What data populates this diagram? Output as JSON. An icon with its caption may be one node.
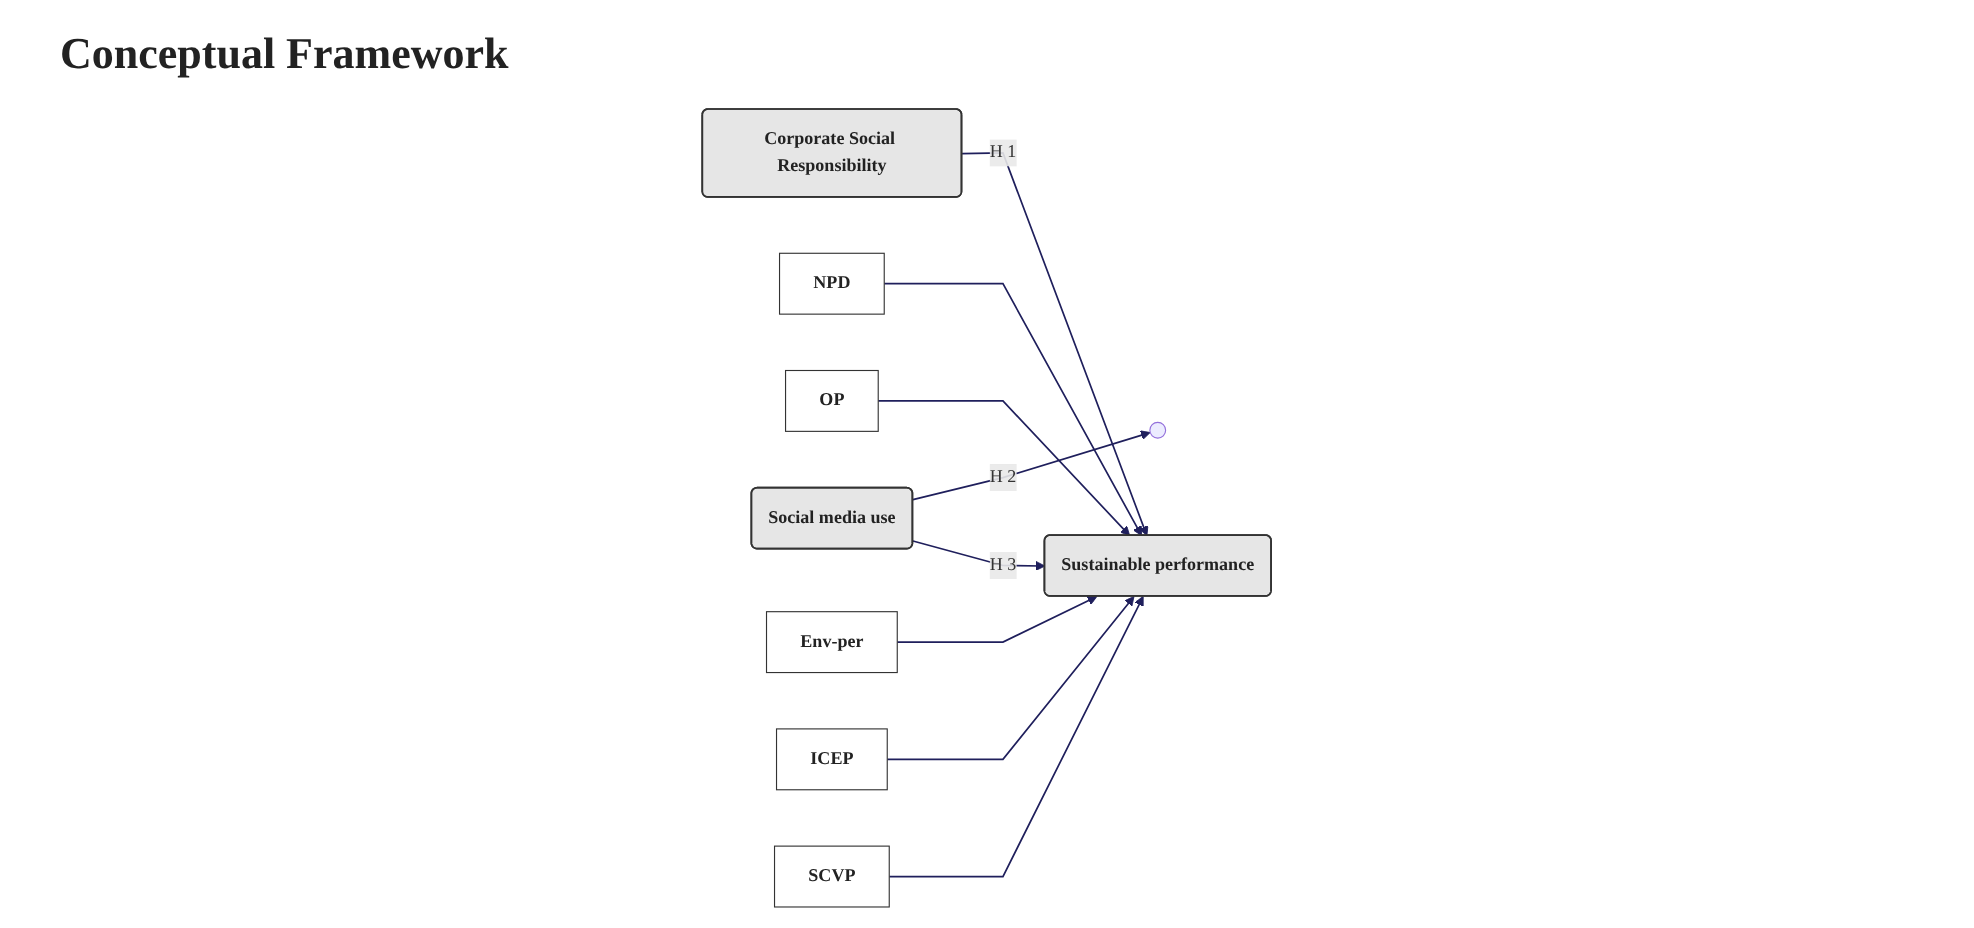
{
  "diagram": {
    "title": "Conceptual Framework",
    "nodes": [
      {
        "text": [
          "Corporate Social Responsibility"
        ]
      },
      {
        "text": [
          "Sustainable performance"
        ]
      },
      {
        "text": [
          "Social media use"
        ]
      },
      {
        "text": [
          "NPD"
        ]
      },
      {
        "text": [
          "OP"
        ]
      },
      {
        "text": [
          "Env-per"
        ]
      },
      {
        "text": [
          "ICEP"
        ]
      },
      {
        "text": [
          "SCVP"
        ]
      }
    ],
    "edges": [
      {
        "from": 0,
        "to": 1,
        "arrow": "to",
        "label": "H 1"
      },
      {
        "from": 2,
        "to": null,
        "arrow": "to",
        "label": "H 2"
      },
      {
        "from": 2,
        "to": 1,
        "arrow": "to",
        "label": "H 3"
      },
      {
        "from": 3,
        "to": 1,
        "arrow": "to"
      },
      {
        "from": 4,
        "to": 1,
        "arrow": "to"
      },
      {
        "from": 5,
        "to": 1,
        "arrow": "to"
      },
      {
        "from": 6,
        "to": 1,
        "arrow": "to"
      },
      {
        "from": 7,
        "to": 1,
        "arrow": "to"
      }
    ]
  }
}
